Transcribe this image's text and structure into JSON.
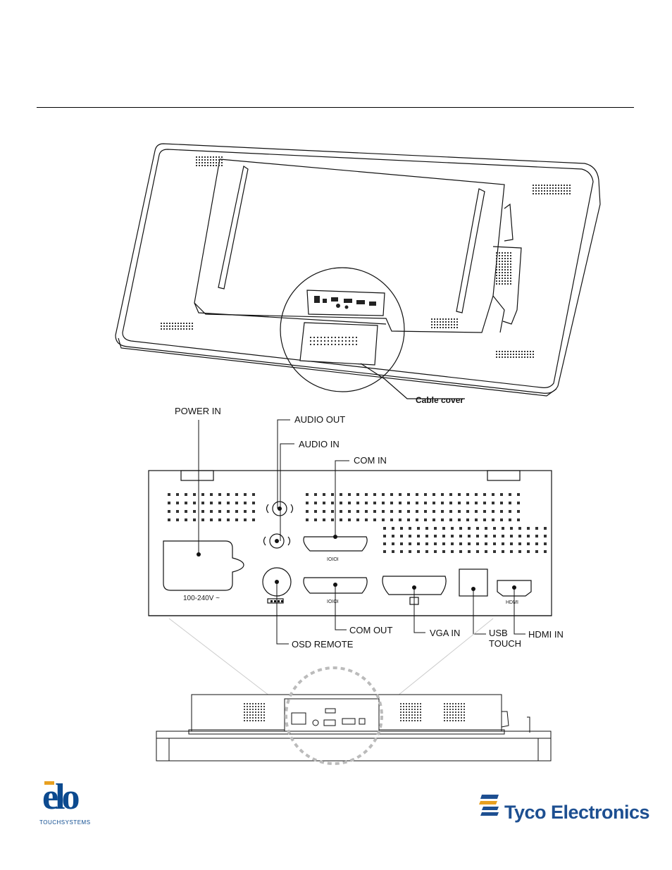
{
  "labels": {
    "cable_cover": "Cable cover",
    "power_in": "POWER IN",
    "audio_out": "AUDIO OUT",
    "audio_in": "AUDIO IN",
    "com_in": "COM IN",
    "com_out": "COM OUT",
    "vga_in": "VGA IN",
    "usb_touch_line1": "USB",
    "usb_touch_line2": "TOUCH",
    "hdmi_in": "HDMI IN",
    "osd_remote": "OSD REMOTE"
  },
  "panel_text": {
    "voltage": "100-240V ~",
    "hdmi": "HDMI",
    "serial_mark": "IOIOI"
  },
  "logos": {
    "elo_word": "elo",
    "elo_sub": "TOUCHSYSTEMS",
    "tyco_word": "Tyco Electronics"
  },
  "colors": {
    "elo_blue": "#0c4a8f",
    "elo_orange": "#e8a020",
    "tyco_blue": "#1d4f91",
    "line": "#111111"
  }
}
